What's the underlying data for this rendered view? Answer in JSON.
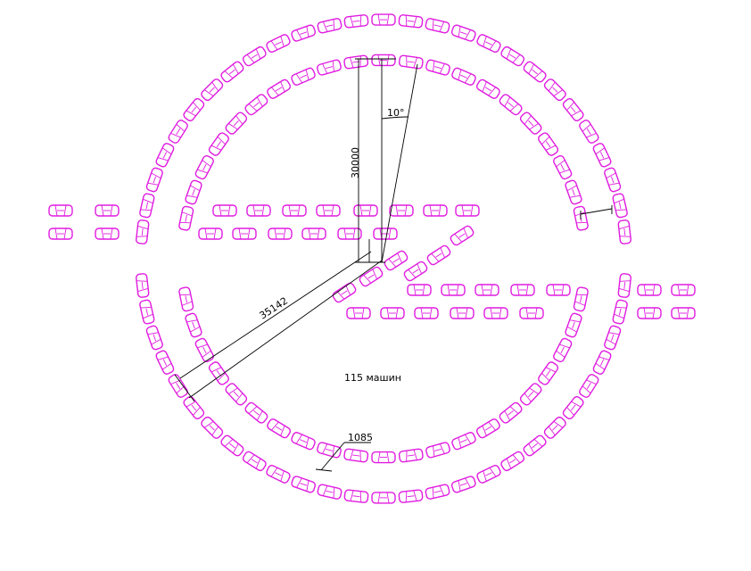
{
  "drawing": {
    "background": "#ffffff",
    "car_color": "#e01be0",
    "line_color": "#000000"
  },
  "dimensions": {
    "height_value": "30000",
    "angle_value": "10°",
    "radius_value": "35142",
    "gap_value": "1085"
  },
  "caption": {
    "count_label": "115  машин"
  }
}
